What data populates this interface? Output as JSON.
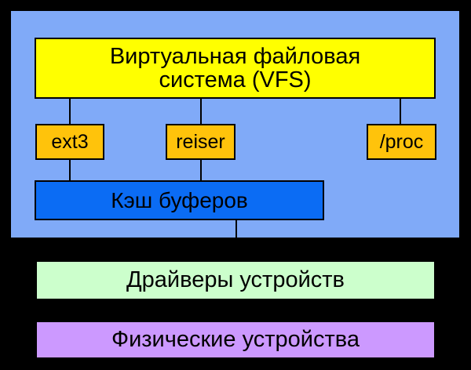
{
  "colors": {
    "bg": "#000000",
    "panel": "#80aaf8",
    "vfs_fill": "#ffff00",
    "fs_fill": "#ffc30b",
    "cache_fill": "#0b6cf4",
    "drivers_fill": "#ccffcc",
    "devices_fill": "#cc99ff",
    "stroke": "#000000",
    "text": "#000000"
  },
  "diagram": {
    "vfs_box": {
      "line1": "Виртуальная файловая",
      "line2": "система (VFS)"
    },
    "filesystems": [
      {
        "label": "ext3"
      },
      {
        "label": "reiser"
      },
      {
        "label": "/proc"
      }
    ],
    "cache_box": {
      "label": "Кэш буферов"
    },
    "drivers_box": {
      "label": "Драйверы устройств"
    },
    "devices_box": {
      "label": "Физические устройства"
    }
  }
}
